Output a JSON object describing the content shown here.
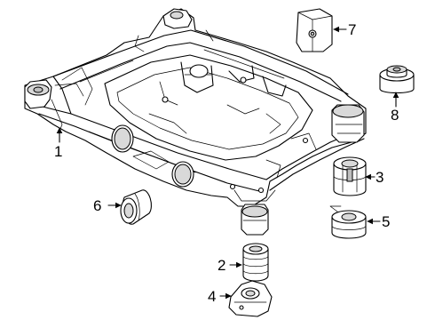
{
  "callouts": [
    {
      "id": "1",
      "part": "subframe"
    },
    {
      "id": "2",
      "part": "bushing"
    },
    {
      "id": "3",
      "part": "bushing"
    },
    {
      "id": "4",
      "part": "bracket"
    },
    {
      "id": "5",
      "part": "bushing"
    },
    {
      "id": "6",
      "part": "bushing"
    },
    {
      "id": "7",
      "part": "bracket"
    },
    {
      "id": "8",
      "part": "bushing"
    }
  ]
}
